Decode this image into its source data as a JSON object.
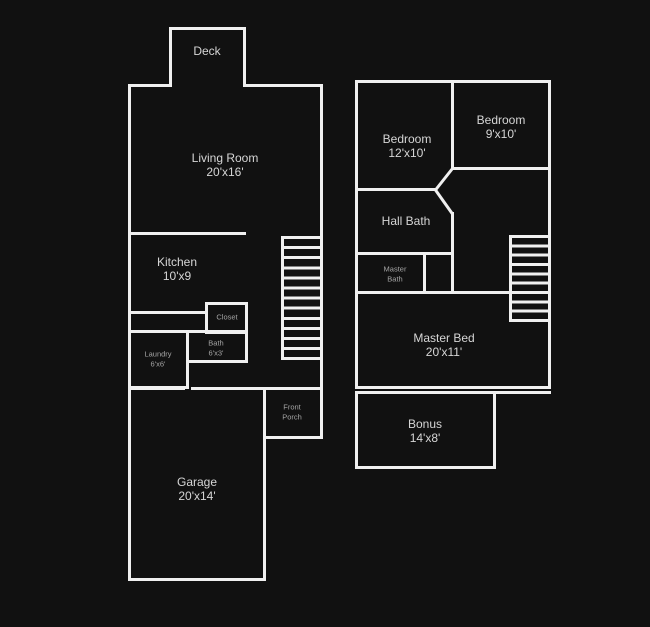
{
  "colors": {
    "background": "#111111",
    "wall": "#f0f0f0",
    "label_main": "#d6d6d6",
    "label_small": "#a5a5a5"
  },
  "floor_one": {
    "deck": {
      "label": "Deck"
    },
    "living_room": {
      "label": "Living Room",
      "dims": "20'x16'"
    },
    "kitchen": {
      "label": "Kitchen",
      "dims": "10'x9"
    },
    "closet": {
      "label": "Closet"
    },
    "bath": {
      "label": "Bath",
      "dims": "6'x3'"
    },
    "laundry": {
      "label": "Laundry",
      "dims": "6'x6'"
    },
    "garage": {
      "label": "Garage",
      "dims": "20'x14'"
    },
    "front_porch": {
      "label": "Front Porch"
    }
  },
  "floor_two": {
    "bedroom_left": {
      "label": "Bedroom",
      "dims": "12'x10'"
    },
    "bedroom_right": {
      "label": "Bedroom",
      "dims": "9'x10'"
    },
    "hall_bath": {
      "label": "Hall Bath"
    },
    "master_bath": {
      "label": "Master Bath"
    },
    "master_bed": {
      "label": "Master Bed",
      "dims": "20'x11'"
    },
    "bonus": {
      "label": "Bonus",
      "dims": "14'x8'"
    }
  }
}
